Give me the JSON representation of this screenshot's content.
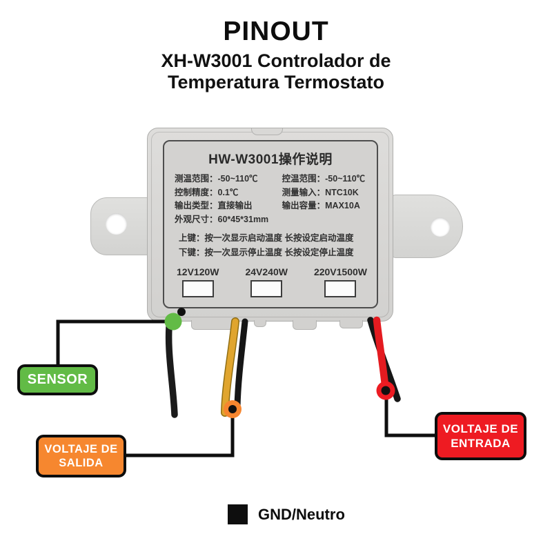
{
  "header": {
    "title": "PINOUT",
    "subtitle_line1": "XH-W3001 Controlador de",
    "subtitle_line2": "Temperatura Termostato"
  },
  "device": {
    "label_title": "HW-W3001操作说明",
    "specs": [
      {
        "left": "测温范围：-50~110℃",
        "right": "控温范围：-50~110℃"
      },
      {
        "left": "控制精度：0.1℃",
        "right": "测量输入：NTC10K"
      },
      {
        "left": "输出类型：直接输出",
        "right": "输出容量：MAX10A"
      }
    ],
    "dimensions_row": "外观尺寸：60*45*31mm",
    "key_instructions": [
      "上键：按一次显示启动温度  长按设定启动温度",
      "下键：按一次显示停止温度  长按设定停止温度"
    ],
    "power_options": [
      "12V120W",
      "24V240W",
      "220V1500W"
    ]
  },
  "callouts": {
    "sensor": {
      "label": "SENSOR",
      "color": "#62bb46"
    },
    "salida": {
      "line1": "VOLTAJE DE",
      "line2": "SALIDA",
      "color": "#f6872f"
    },
    "entrada": {
      "line1": "VOLTAJE DE",
      "line2": "ENTRADA",
      "color": "#ee1b22"
    }
  },
  "legend": {
    "gnd_label": "GND/Neutro",
    "swatch_color": "#0e0e0e"
  },
  "wire_colors": {
    "sensor_wire": "#1b1b1b",
    "output_wire": "#e0a52e",
    "input_wire": "#e41b20",
    "ground_wire": "#161616"
  }
}
